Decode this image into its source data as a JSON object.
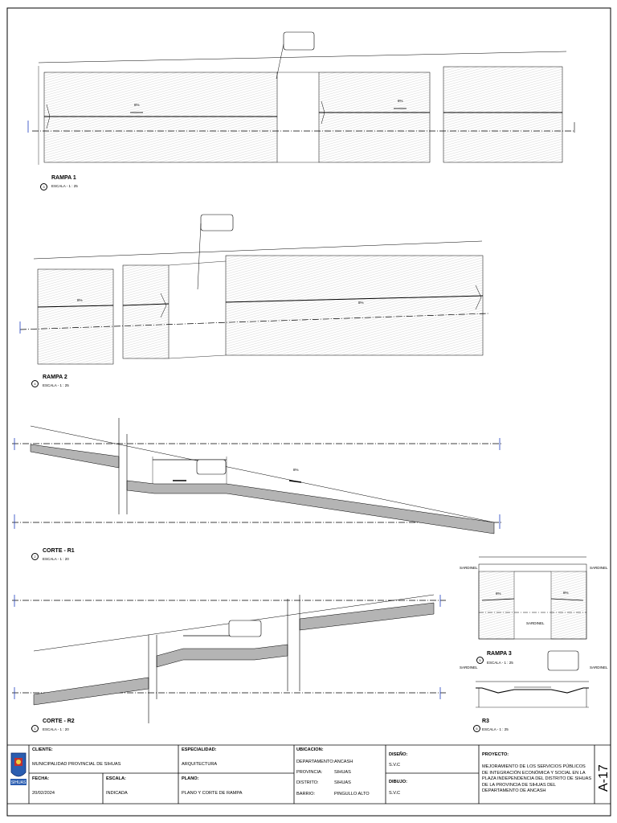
{
  "views": {
    "rampa1": {
      "title": "RAMPA 1",
      "scale": "ESCALA - 1 : 25",
      "num": "3",
      "slope_left": "8%",
      "slope_right": "8%"
    },
    "rampa2": {
      "title": "RAMPA 2",
      "scale": "ESCALA - 1 : 25",
      "num": "4",
      "slope_left": "8%",
      "slope_right": "8%"
    },
    "corte_r1": {
      "title": "CORTE - R1",
      "scale": "ESCALA - 1 : 20",
      "num": "2",
      "slope": "8%"
    },
    "corte_r2": {
      "title": "CORTE - R2",
      "scale": "ESCALA - 1 : 20",
      "num": "1"
    },
    "rampa3": {
      "title": "RAMPA 3",
      "scale": "ESCALA - 1 : 25",
      "num": "5",
      "slope_left": "8%",
      "slope_right": "8%",
      "sardinel": "SARDINEL"
    },
    "r3": {
      "title": "R3",
      "scale": "ESCALA - 1 : 25",
      "num": "6",
      "sardinel": "SARDINEL"
    }
  },
  "title_block": {
    "cliente_label": "CLIENTE:",
    "cliente": "MUNICIPALIDAD PROVINCIAL DE SIHUAS",
    "especialidad_label": "ESPECIALIDAD:",
    "especialidad": "ARQUITECTURA",
    "ubicacion_label": "UBICACION:",
    "departamento_label": "DEPARTAMENTO:",
    "departamento": "ANCASH",
    "provincia_label": "PROVINCIA:",
    "provincia": "SIHUAS",
    "distrito_label": "DISTRITO:",
    "distrito": "SIHUAS",
    "barrio_label": "BARRIO:",
    "barrio": "PINGULLO ALTO",
    "diseno_label": "DISEÑO:",
    "diseno": "S.V.C",
    "dibujo_label": "DIBUJO:",
    "dibujo": "S.V.C",
    "proyecto_label": "PROYECTO:",
    "proyecto": "MEJORAMIENTO DE LOS SERVICIOS PÚBLICOS DE INTEGRACIÓN ECONÓMICA Y SOCIAL EN LA PLAZA INDEPENDENCIA DEL DISTRITO DE SIHUAS DE LA PROVINCIA DE SIHUAS DEL DEPARTAMENTO DE ANCASH",
    "fecha_label": "FECHA:",
    "fecha": "20/02/2024",
    "escala_label": "ESCALA:",
    "escala": "INDICADA",
    "plano_label": "PLANO:",
    "plano": "PLANO Y CORTE DE RAMPA",
    "sheet_number": "A-17",
    "logo_text": "SIHUAS"
  },
  "colors": {
    "line": "#000000",
    "hatch": "#9a9a9a",
    "slab": "#b4b4b4",
    "accent": "#1f3fbf"
  }
}
